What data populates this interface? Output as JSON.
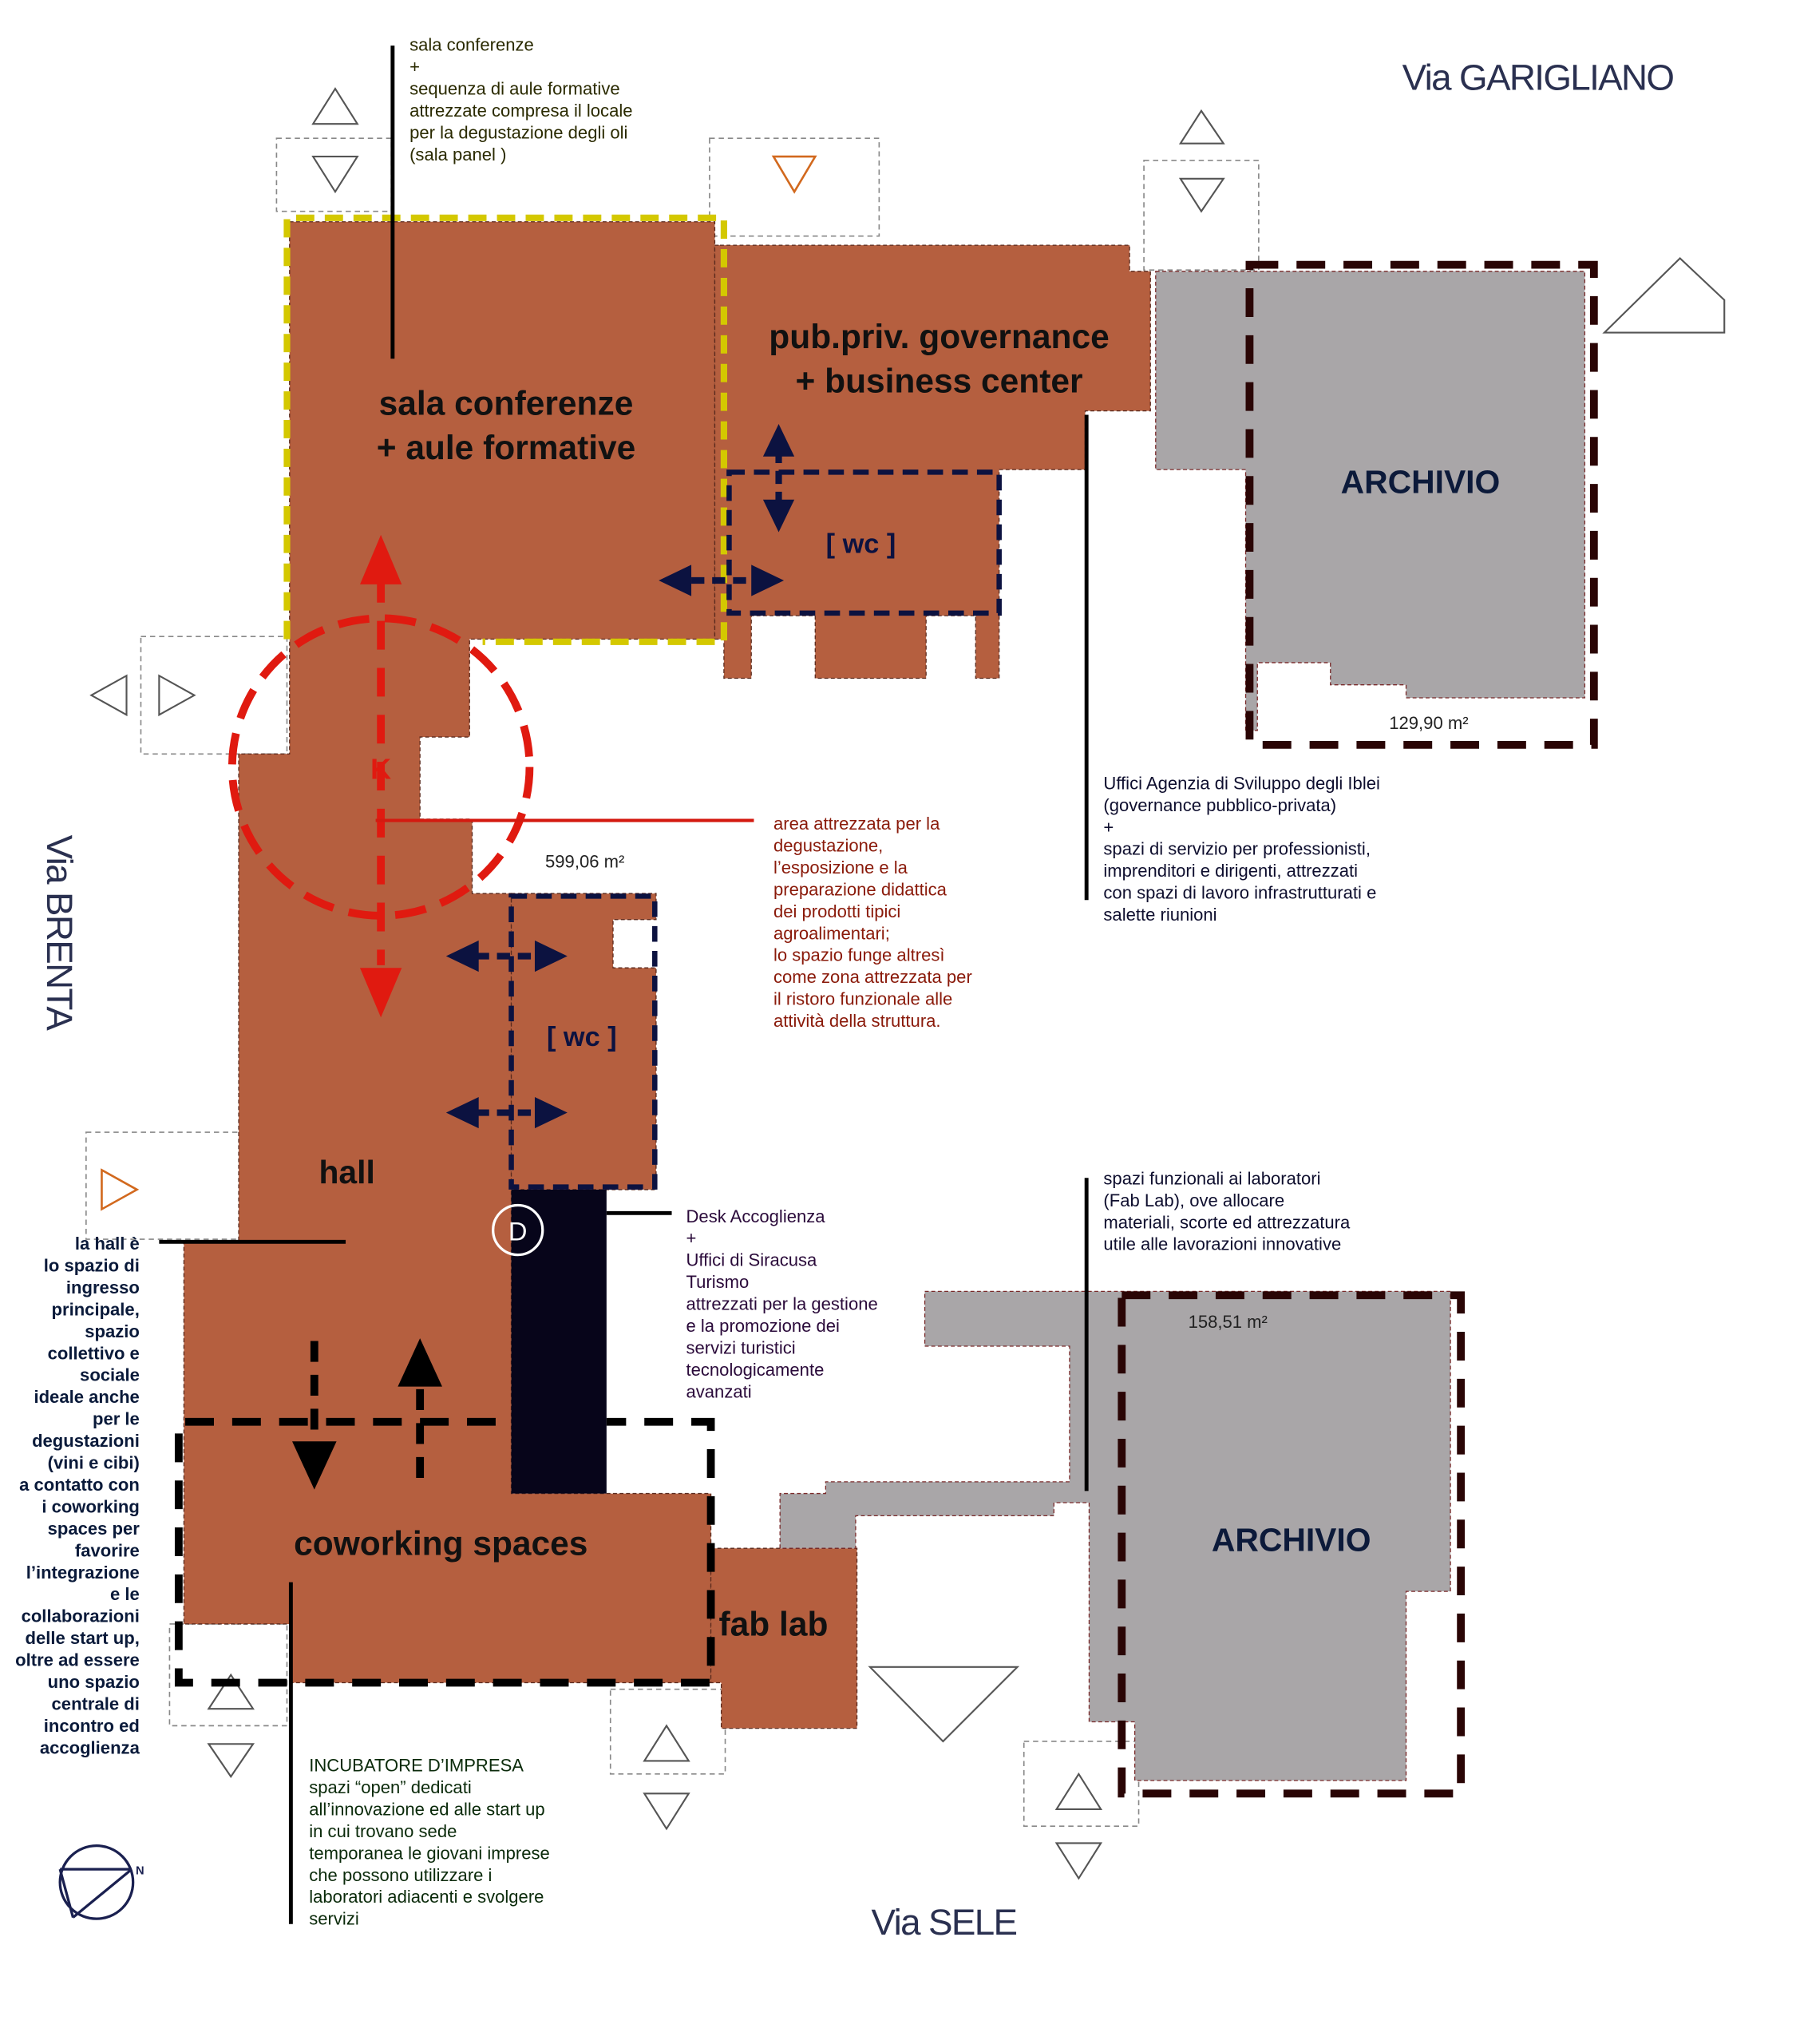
{
  "title": "Floor plan — functional distribution",
  "streets": {
    "north": "Via GARIGLIANO",
    "west": "Via BRENTA",
    "south": "Via SELE"
  },
  "rooms": {
    "sala_conferenze": {
      "line1": "sala conferenze",
      "line2": "+ aule formative"
    },
    "governance": {
      "line1": "pub.priv. governance",
      "line2": "+ business center"
    },
    "wc_top": "[ wc ]",
    "wc_mid": "[ wc ]",
    "archivio_top": "ARCHIVIO",
    "archivio_bottom": "ARCHIVIO",
    "hall": "hall",
    "coworking": "coworking spaces",
    "fab_lab": "fab lab",
    "kitchen_marker": "K",
    "desk_marker": "D"
  },
  "areas": {
    "main": "599,06 m²",
    "archivio_top": "129,90 m²",
    "archivio_bottom": "158,51 m²"
  },
  "notes": {
    "sala_conferenze": [
      "sala conferenze",
      "+",
      "sequenza di aule formative",
      "attrezzate compresa il locale",
      "per la degustazione degli oli",
      "(sala panel )"
    ],
    "governance": [
      "Uffici Agenzia di Sviluppo degli Iblei",
      "(governance pubblico-privata)",
      "+",
      "spazi di servizio per professionisti,",
      "imprenditori e dirigenti, attrezzati",
      "con spazi di lavoro infrastrutturati e",
      "salette riunioni"
    ],
    "kitchen": [
      "area attrezzata per la",
      "degustazione,",
      "l’esposizione e la",
      "preparazione didattica",
      "dei prodotti tipici",
      "agroalimentari;",
      "lo spazio funge altresì",
      "come zona attrezzata per",
      "il ristoro funzionale alle",
      "attività della struttura."
    ],
    "desk": [
      "Desk Accoglienza",
      "+",
      "Uffici di Siracusa",
      "Turismo",
      "attrezzati per la gestione",
      "e la promozione dei",
      "servizi turistici",
      "tecnologicamente",
      "avanzati"
    ],
    "fab_lab_storage": [
      "spazi funzionali ai laboratori",
      "(Fab Lab), ove allocare",
      "materiali, scorte ed attrezzatura",
      "utile alle lavorazioni innovative"
    ],
    "hall": [
      "la hall è",
      "lo spazio di",
      "ingresso",
      "principale,",
      "spazio",
      "collettivo e",
      "sociale",
      "ideale anche",
      "per le",
      "degustazioni",
      "(vini e cibi)",
      "a contatto con",
      "i coworking",
      "spaces per",
      "favorire",
      "l’integrazione",
      "e le",
      "collaborazioni",
      "delle start up,",
      "oltre ad essere",
      "uno spazio",
      "centrale di",
      "incontro ed",
      "accoglienza"
    ],
    "incubator": [
      "INCUBATORE D’IMPRESA",
      "spazi “open” dedicati",
      "all’innovazione ed alle start up",
      "in cui trovano sede",
      "temporanea le giovani imprese",
      "che possono utilizzare i",
      "laboratori adiacenti e svolgere",
      "servizi"
    ]
  },
  "compass": {
    "label": "N"
  },
  "colors": {
    "room_fill": "#b55f3f",
    "archive_fill": "#a9a6a8",
    "conference_outline": "#d4c800",
    "wc_outline": "#0c1240",
    "archive_outline": "#2a0505",
    "coworking_outline": "#000000",
    "kitchen_circle": "#e01a10",
    "desk_fill": "#07051a"
  }
}
